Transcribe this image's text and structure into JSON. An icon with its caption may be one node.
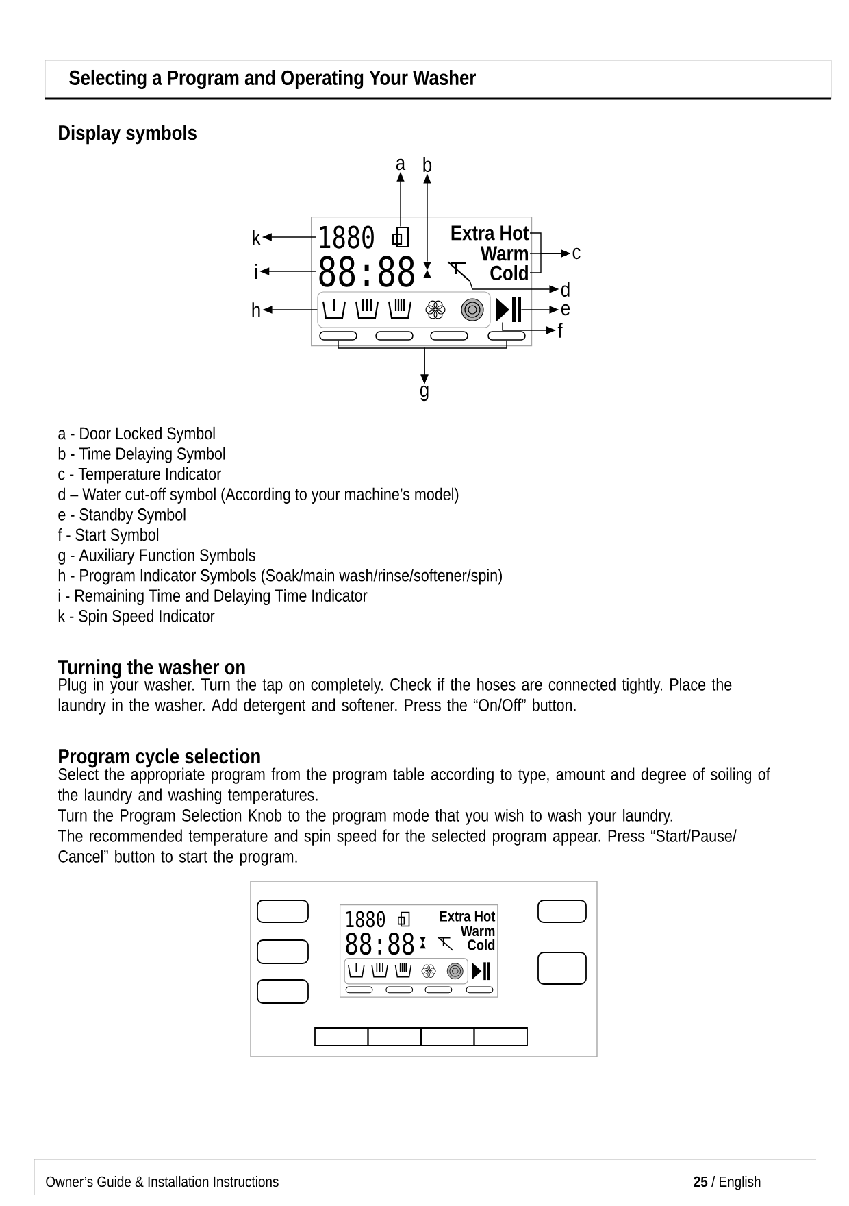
{
  "diagram": {
    "title": "Selecting a Program and Operating Your Washer",
    "nodes": [
      {
        "text": [],
        "shape": "box"
      },
      {
        "text": [
          "1880"
        ],
        "in": 0
      },
      {
        "text": [],
        "shape": "picture",
        "in": 0
      },
      {
        "text": [
          "Extra Hot"
        ],
        "in": 0
      },
      {
        "text": [
          "Warm"
        ],
        "in": 0
      },
      {
        "text": [
          "Cold"
        ],
        "in": 0
      },
      {
        "text": [
          "88:88"
        ],
        "in": 0
      },
      {
        "text": [],
        "shape": "picture",
        "in": 0
      },
      {
        "text": [],
        "shape": "picture",
        "in": 0
      },
      {
        "text": [],
        "shape": "box",
        "in": 0
      },
      {
        "text": [],
        "shape": "picture",
        "in": 0
      },
      {
        "text": [],
        "shape": "picture",
        "in": 0
      },
      {
        "text": [],
        "shape": "bar",
        "in": 0
      },
      {
        "text": [],
        "shape": "bar",
        "in": 0
      },
      {
        "text": [],
        "shape": "bar",
        "in": 0
      },
      {
        "text": [],
        "shape": "bar",
        "in": 0
      },
      {
        "text": [
          "a"
        ]
      },
      {
        "text": [
          "b"
        ]
      },
      {
        "text": [
          "k"
        ]
      },
      {
        "text": [
          "c"
        ]
      },
      {
        "text": [
          "i"
        ]
      },
      {
        "text": [
          "d"
        ]
      },
      {
        "text": [
          "h"
        ]
      },
      {
        "text": [
          "e"
        ]
      },
      {
        "text": [
          "f"
        ]
      },
      {
        "text": [
          "g"
        ]
      }
    ],
    "edges": [
      {
        "from": 2,
        "to": 16,
        "arrow": "to"
      },
      {
        "from": 7,
        "to": 17,
        "arrow": "to"
      },
      {
        "from": 1,
        "to": 18,
        "arrow": "to"
      },
      {
        "from": 3,
        "to": 19,
        "arrow": "to"
      },
      {
        "from": 4,
        "to": 19,
        "arrow": "to"
      },
      {
        "from": 5,
        "to": 19,
        "arrow": "to"
      },
      {
        "from": 6,
        "to": 20,
        "arrow": "to"
      },
      {
        "from": 8,
        "to": 21,
        "arrow": "to"
      },
      {
        "from": 9,
        "to": 22,
        "arrow": "to"
      },
      {
        "from": 11,
        "to": 23,
        "arrow": "to"
      },
      {
        "from": 10,
        "to": 24,
        "arrow": "to"
      },
      {
        "from": 12,
        "to": 25,
        "arrow": "to"
      },
      {
        "from": 15,
        "to": 25,
        "arrow": "to"
      }
    ],
    "labels": [
      "Display symbols",
      "a - Door Locked Symbol",
      "b - Time Delaying Symbol",
      "c - Temperature Indicator",
      "d – Water cut-off symbol (According to your machine’s model)",
      "e - Standby Symbol",
      "f - Start Symbol",
      "g - Auxiliary Function Symbols",
      "h - Program Indicator Symbols (Soak/main wash/rinse/softener/spin)",
      "i - Remaining Time and Delaying Time Indicator",
      "k - Spin Speed Indicator",
      "Turning the washer on",
      "Plug in your washer. Turn the tap on completely. Check if the hoses are connected tightly. Place the laundry in the washer. Add detergent and softener. Press the “On/Off” button.",
      "Program cycle selection",
      "Select the appropriate program from the program table according to type, amount and degree of soiling of the laundry and washing temperatures.",
      "Turn the Program Selection Knob to the program mode that you wish to wash your laundry.",
      "The recommended temperature and spin speed for the selected program appear. Press “Start/Pause/ Cancel” button to start the program.",
      "1880",
      "88:88",
      "Extra Hot",
      "Warm",
      "Cold",
      "Owner’s Guide & Installation Instructions",
      "**25** / English"
    ]
  }
}
